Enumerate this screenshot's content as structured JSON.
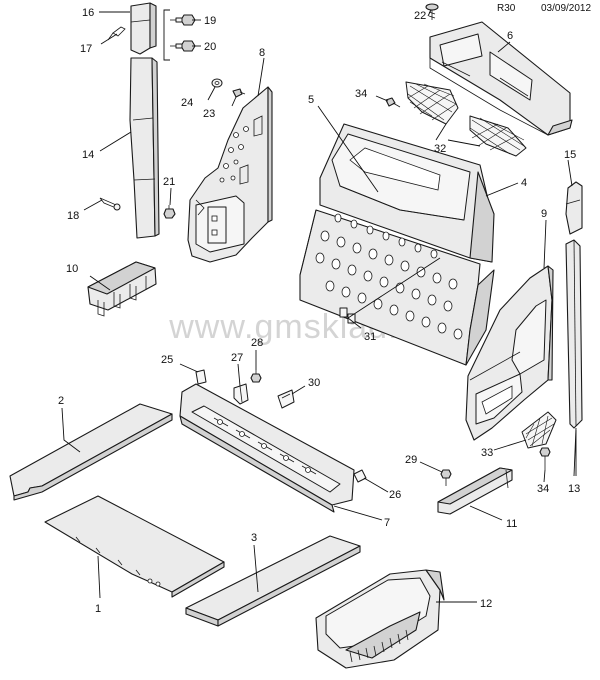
{
  "header": {
    "page_code": "R30",
    "date": "03/09/2012"
  },
  "watermark": "www.gmsklad.ru",
  "callouts": {
    "c1": "1",
    "c2": "2",
    "c3": "3",
    "c4": "4",
    "c5": "5",
    "c6": "6",
    "c7": "7",
    "c8": "8",
    "c9": "9",
    "c10": "10",
    "c11": "11",
    "c12": "12",
    "c13": "13",
    "c14": "14",
    "c15": "15",
    "c16": "16",
    "c17": "17",
    "c18": "18",
    "c19": "19",
    "c20": "20",
    "c21": "21",
    "c22": "22",
    "c23": "23",
    "c24": "24",
    "c25": "25",
    "c26": "26",
    "c27": "27",
    "c28": "28",
    "c29": "29",
    "c30": "30",
    "c31": "31",
    "c32": "32",
    "c33": "33",
    "c34a": "34",
    "c34b": "34"
  }
}
